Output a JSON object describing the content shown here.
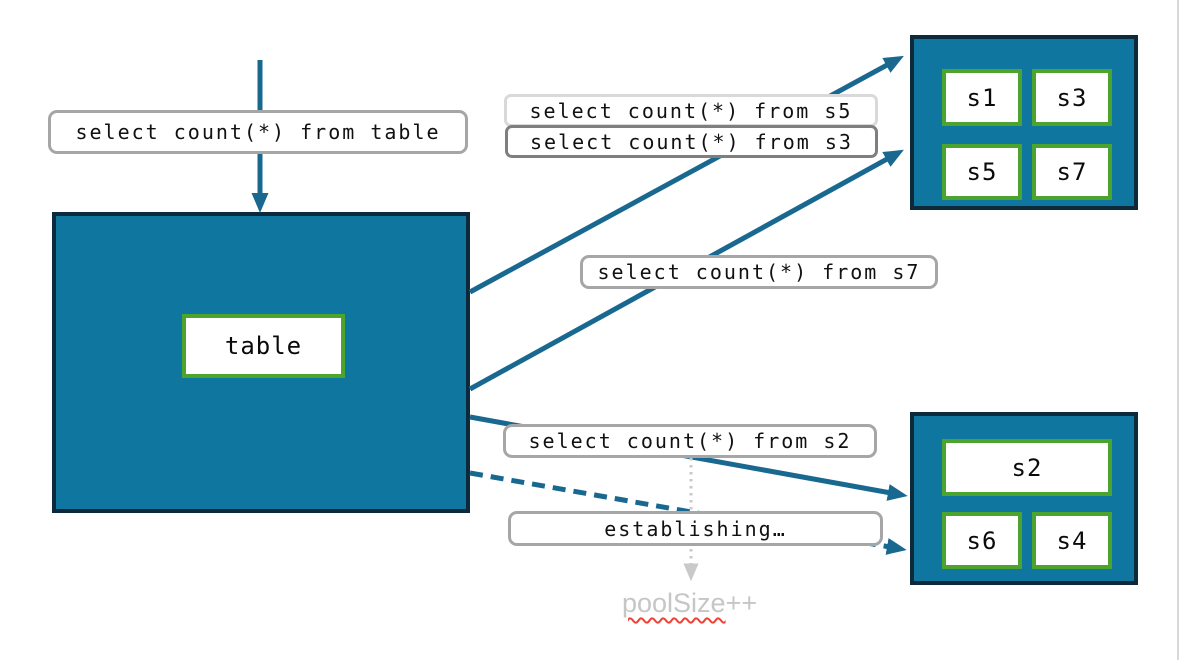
{
  "diagram": {
    "flow_labels": {
      "query_table": "select count(*) from table",
      "query_s5": "select count(*) from s5",
      "query_s3": "select count(*) from s3",
      "query_s7": "select count(*) from s7",
      "query_s2": "select count(*) from s2",
      "establishing": "establishing…"
    },
    "table_box": {
      "label": "table"
    },
    "shard_group_top": {
      "shards": [
        "s1",
        "s3",
        "s5",
        "s7"
      ]
    },
    "shard_group_bottom": {
      "shards": [
        "s2",
        "s6",
        "s4"
      ]
    },
    "annotation": {
      "pool_size_word": "poolSize",
      "pool_size_suffix": "++"
    }
  },
  "colors": {
    "node_fill": "#0f76a0",
    "node_border": "#0d2a3c",
    "shard_border": "#4ca32d",
    "arrow": "#186890",
    "label_border": "#a6a6a6",
    "label_border_light": "#d9d9d9",
    "label_border_dark": "#7f7f7f",
    "pending_arrow_gray": "#c9c9c9",
    "pool_text_gray": "#c6c6c6",
    "spellcheck_red": "#ef4135",
    "slide_edge_gray": "#d9d9d9"
  }
}
